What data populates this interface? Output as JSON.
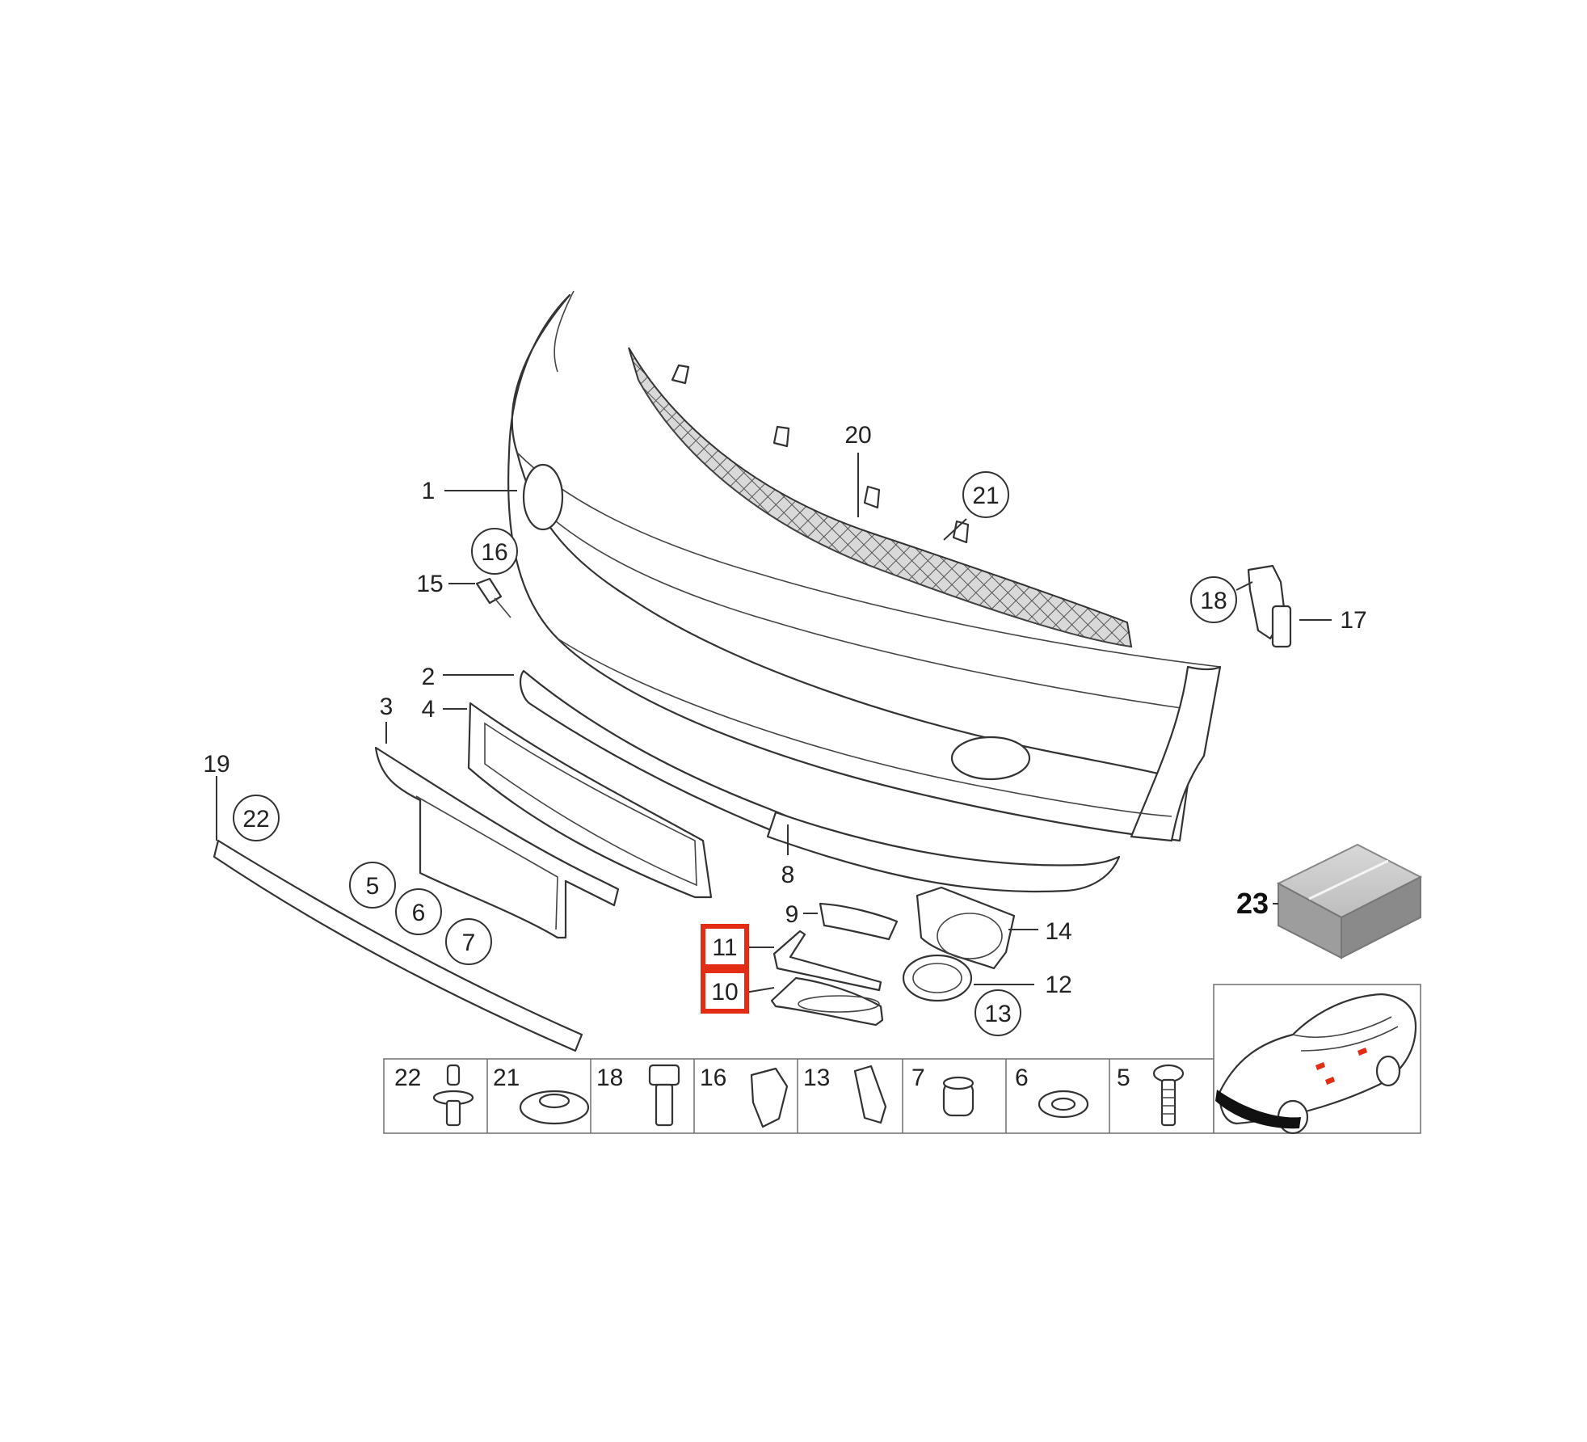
{
  "callouts": {
    "n1": "1",
    "n2": "2",
    "n3": "3",
    "n4": "4",
    "n5": "5",
    "n6": "6",
    "n7": "7",
    "n8": "8",
    "n9": "9",
    "n10": "10",
    "n11": "11",
    "n12": "12",
    "n13": "13",
    "n14": "14",
    "n15": "15",
    "n16": "16",
    "n17": "17",
    "n18": "18",
    "n19": "19",
    "n20": "20",
    "n21": "21",
    "n22": "22",
    "n23": "23"
  },
  "hardware_strip": [
    "22",
    "21",
    "18",
    "16",
    "13",
    "7",
    "6",
    "5"
  ],
  "highlight_color": "#e32c14",
  "highlighted_parts": [
    "11",
    "10"
  ]
}
